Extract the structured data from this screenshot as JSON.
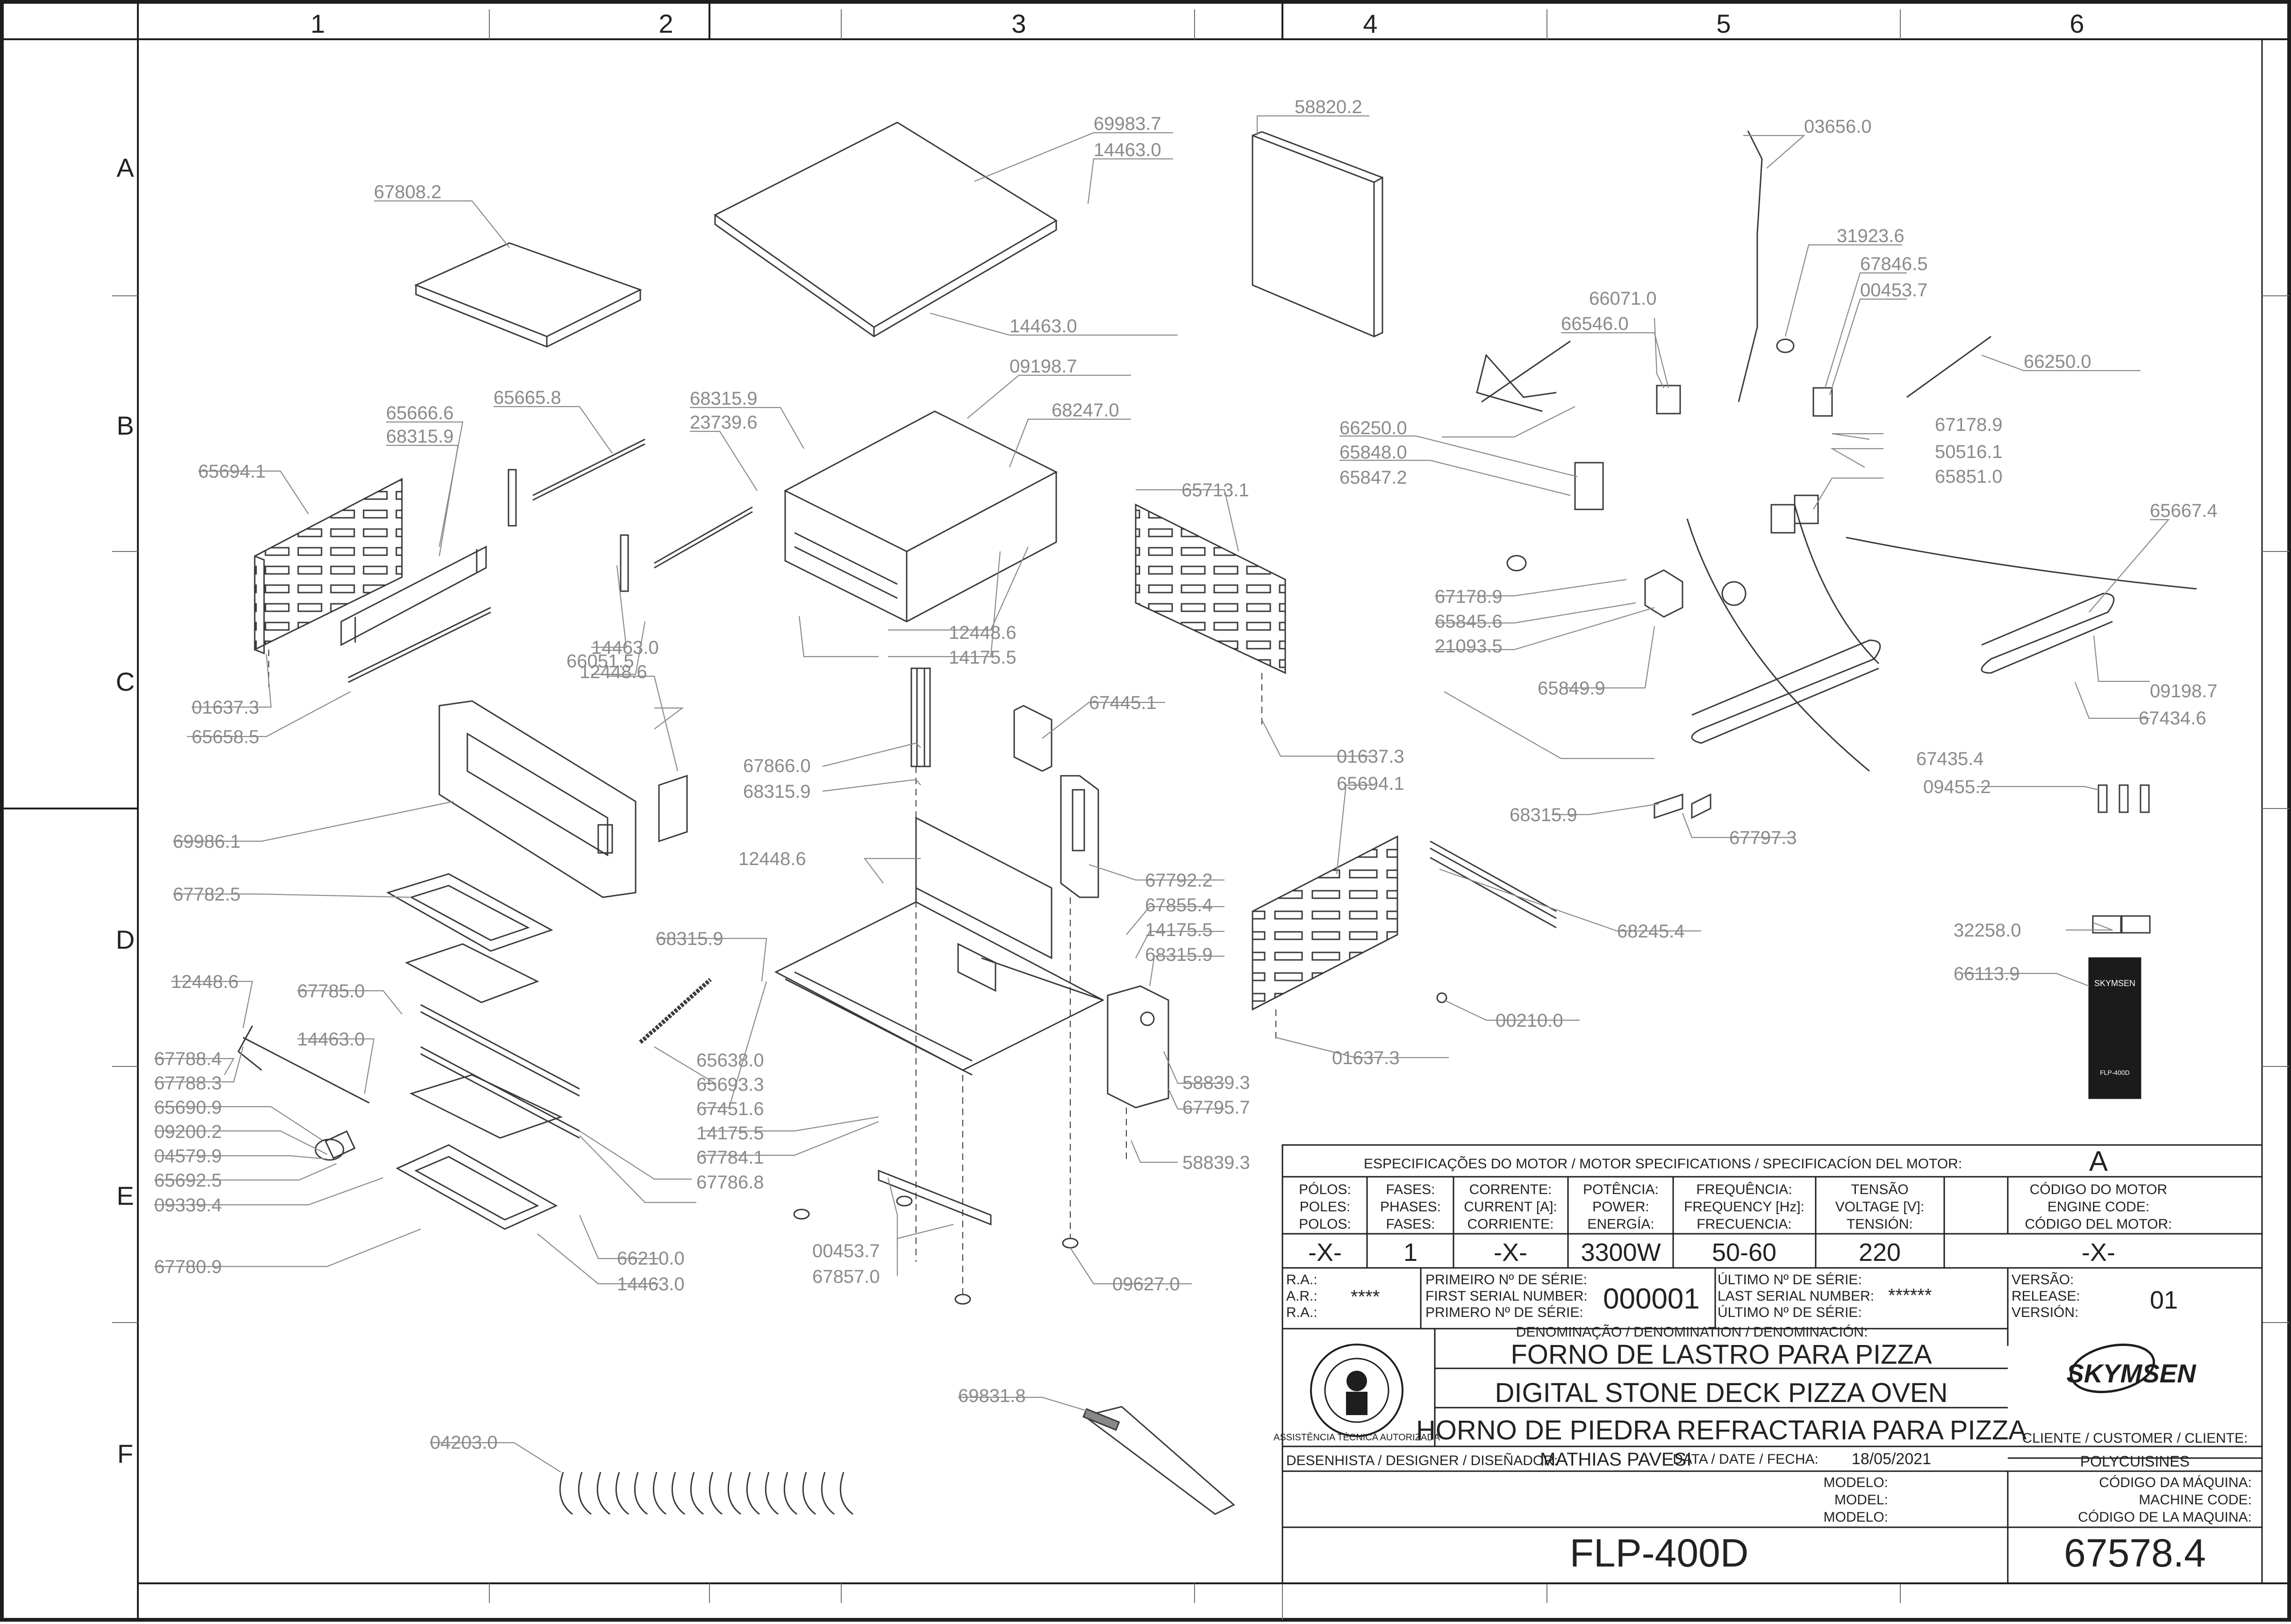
{
  "zones": {
    "columns": [
      "1",
      "2",
      "3",
      "4",
      "5",
      "6"
    ],
    "rows": [
      "A",
      "B",
      "C",
      "D",
      "E",
      "F"
    ]
  },
  "parts": [
    {
      "code": "69983.7"
    },
    {
      "code": "14463.0"
    },
    {
      "code": "58820.2"
    },
    {
      "code": "03656.0"
    },
    {
      "code": "67808.2"
    },
    {
      "code": "14463.0"
    },
    {
      "code": "31923.6"
    },
    {
      "code": "67846.5"
    },
    {
      "code": "00453.7"
    },
    {
      "code": "66071.0"
    },
    {
      "code": "66546.0"
    },
    {
      "code": "09198.7"
    },
    {
      "code": "66250.0"
    },
    {
      "code": "68247.0"
    },
    {
      "code": "68315.9"
    },
    {
      "code": "23739.6"
    },
    {
      "code": "65665.8"
    },
    {
      "code": "65666.6"
    },
    {
      "code": "68315.9"
    },
    {
      "code": "66250.0"
    },
    {
      "code": "67178.9"
    },
    {
      "code": "65848.0"
    },
    {
      "code": "50516.1"
    },
    {
      "code": "65847.2"
    },
    {
      "code": "65851.0"
    },
    {
      "code": "65694.1"
    },
    {
      "code": "65713.1"
    },
    {
      "code": "65667.4"
    },
    {
      "code": "67178.9"
    },
    {
      "code": "65845.6"
    },
    {
      "code": "21093.5"
    },
    {
      "code": "14463.0"
    },
    {
      "code": "12448.6"
    },
    {
      "code": "12448.6"
    },
    {
      "code": "14175.5"
    },
    {
      "code": "65849.9"
    },
    {
      "code": "01637.3"
    },
    {
      "code": "65658.5"
    },
    {
      "code": "09198.7"
    },
    {
      "code": "67434.6"
    },
    {
      "code": "66051.5"
    },
    {
      "code": "67445.1"
    },
    {
      "code": "01637.3"
    },
    {
      "code": "67435.4"
    },
    {
      "code": "67866.0"
    },
    {
      "code": "68315.9"
    },
    {
      "code": "65694.1"
    },
    {
      "code": "09455.2"
    },
    {
      "code": "69986.1"
    },
    {
      "code": "68315.9"
    },
    {
      "code": "67797.3"
    },
    {
      "code": "12448.6"
    },
    {
      "code": "67782.5"
    },
    {
      "code": "67792.2"
    },
    {
      "code": "67855.4"
    },
    {
      "code": "68245.4"
    },
    {
      "code": "32258.0"
    },
    {
      "code": "14175.5"
    },
    {
      "code": "68315.9"
    },
    {
      "code": "66113.9"
    },
    {
      "code": "12448.6"
    },
    {
      "code": "67785.0"
    },
    {
      "code": "68315.9"
    },
    {
      "code": "00210.0"
    },
    {
      "code": "14463.0"
    },
    {
      "code": "65638.0"
    },
    {
      "code": "01637.3"
    },
    {
      "code": "65693.3"
    },
    {
      "code": "58839.3"
    },
    {
      "code": "67788.4"
    },
    {
      "code": "67451.6"
    },
    {
      "code": "67795.7"
    },
    {
      "code": "67788.3"
    },
    {
      "code": "14175.5"
    },
    {
      "code": "65690.9"
    },
    {
      "code": "67784.1"
    },
    {
      "code": "58839.3"
    },
    {
      "code": "09200.2"
    },
    {
      "code": "67786.8"
    },
    {
      "code": "04579.9"
    },
    {
      "code": "65692.5"
    },
    {
      "code": "00453.7"
    },
    {
      "code": "09339.4"
    },
    {
      "code": "66210.0"
    },
    {
      "code": "67857.0"
    },
    {
      "code": "09627.0"
    },
    {
      "code": "67780.9"
    },
    {
      "code": "14463.0"
    },
    {
      "code": "69831.8"
    },
    {
      "code": "04203.0"
    }
  ],
  "panel_sticker": {
    "brand": "SKYMSEN",
    "model": "FLP-400D"
  },
  "title_block": {
    "motor_header": "ESPECIFICAÇÕES DO MOTOR / MOTOR SPECIFICATIONS / SPECIFICACÍON DEL MOTOR:",
    "revision_letter": "A",
    "col_poles": [
      "PÓLOS:",
      "POLES:",
      "POLOS:"
    ],
    "col_phases": [
      "FASES:",
      "PHASES:",
      "FASES:"
    ],
    "col_current": [
      "CORRENTE:",
      "CURRENT [A]:",
      "CORRIENTE:"
    ],
    "col_power": [
      "POTÊNCIA:",
      "POWER:",
      "ENERGÍA:"
    ],
    "col_frequency": [
      "FREQUÊNCIA:",
      "FREQUENCY [Hz]:",
      "FRECUENCIA:"
    ],
    "col_voltage": [
      "TENSÃO",
      "VOLTAGE [V]:",
      "TENSIÓN:"
    ],
    "col_engine": [
      "CÓDIGO DO MOTOR",
      "ENGINE CODE:",
      "CÓDIGO DEL MOTOR:"
    ],
    "val_poles": "-X-",
    "val_phases": "1",
    "val_current": "-X-",
    "val_power": "3300W",
    "val_frequency": "50-60",
    "val_voltage": "220",
    "val_engine": "-X-",
    "ra_labels": [
      "R.A.:",
      "A.R.:",
      "R.A.:"
    ],
    "ra_value": "****",
    "first_serial_labels": [
      "PRIMEIRO Nº DE SÉRIE:",
      "FIRST SERIAL NUMBER:",
      "PRIMERO Nº DE SÉRIE:"
    ],
    "first_serial": "000001",
    "last_serial_labels": [
      "ÚLTIMO Nº DE SÉRIE:",
      "LAST SERIAL NUMBER:",
      "ÚLTIMO Nº DE SÉRIE:"
    ],
    "last_serial": "******",
    "version_labels": [
      "VERSÃO:",
      "RELEASE:",
      "VERSIÓN:"
    ],
    "version": "01",
    "denomination_label": "DENOMINAÇÃO / DENOMINATION / DENOMINACIÓN:",
    "name_pt": "FORNO DE LASTRO PARA PIZZA",
    "name_en": "DIGITAL STONE DECK PIZZA OVEN",
    "name_es": "HORNO DE PIEDRA REFRACTARIA PARA PIZZA",
    "brand": "SKYMSEN",
    "seal_text": "ASSISTÊNCIA TÉCNICA AUTORIZADA",
    "client_label": "CLIENTE / CUSTOMER / CLIENTE:",
    "client": "POLYCUISINES",
    "designer_label": "DESENHISTA / DESIGNER / DISEÑADOR:",
    "designer": "MATHIAS PAVESI",
    "date_label": "DATA / DATE / FECHA:",
    "date": "18/05/2021",
    "model_labels": [
      "MODELO:",
      "MODEL:",
      "MODELO:"
    ],
    "machine_code_labels": [
      "CÓDIGO DA MÁQUINA:",
      "MACHINE CODE:",
      "CÓDIGO DE LA MAQUINA:"
    ],
    "model": "FLP-400D",
    "machine_code": "67578.4"
  },
  "colors": {
    "line": "#3a3a3a",
    "label": "#8a8a8a",
    "frame": "#1e1e1e",
    "border_line": "#6e6e6e"
  }
}
